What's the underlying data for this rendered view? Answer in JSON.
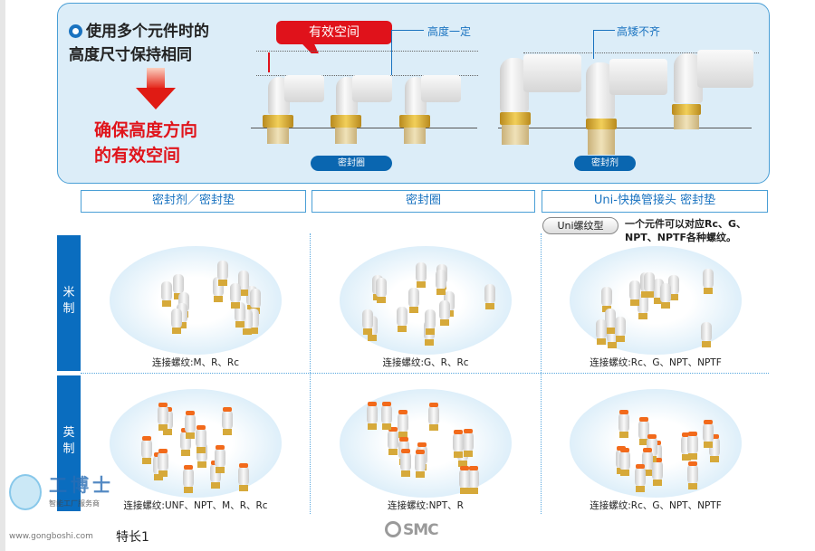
{
  "top_panel": {
    "heading_line1": "使用多个元件时的",
    "heading_line2": "高度尺寸保持相同",
    "result_line1": "确保高度方向",
    "result_line2": "的有效空间",
    "bubble": "有效空间",
    "label_constant": "高度一定",
    "label_uneven": "高矮不齐",
    "tag_left": "密封圈",
    "tag_right": "密封剂"
  },
  "columns": [
    {
      "header": "密封剂／密封垫"
    },
    {
      "header": "密封圈"
    },
    {
      "header": "Uni-快换管接头 密封垫"
    }
  ],
  "uni": {
    "pill": "Uni螺纹型",
    "note_line1": "一个元件可以对应Rc、G、",
    "note_line2": "NPT、NPTF各种螺纹。"
  },
  "rows": [
    {
      "label": "米制",
      "captions": [
        "连接螺纹:M、R、Rc",
        "连接螺纹:G、R、Rc",
        "连接螺纹:Rc、G、NPT、NPTF"
      ]
    },
    {
      "label": "英制",
      "captions": [
        "连接螺纹:UNF、NPT、M、R、Rc",
        "连接螺纹:NPT、R",
        "连接螺纹:Rc、G、NPT、NPTF"
      ]
    }
  ],
  "footer": {
    "page": "特长1",
    "logo": "SMC"
  },
  "watermark": {
    "brand": "工博士",
    "sub": "智能工厂服务商",
    "url": "www.gongboshi.com"
  }
}
